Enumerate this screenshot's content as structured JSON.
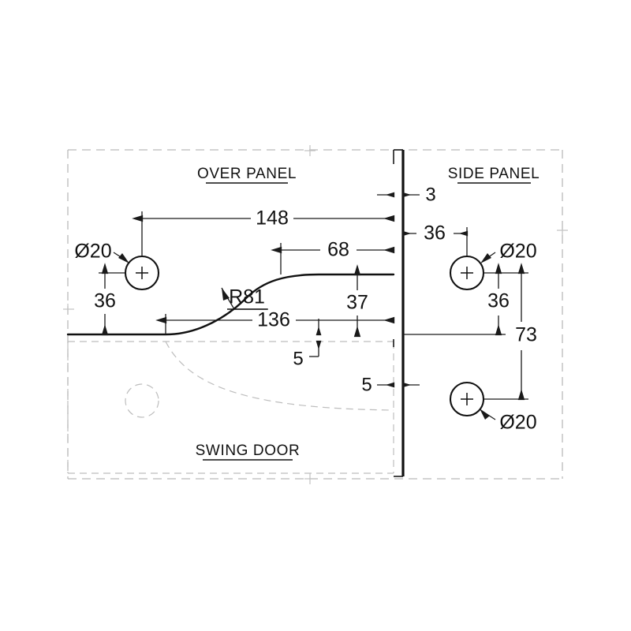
{
  "drawing": {
    "type": "engineering-drawing",
    "title_labels": [
      {
        "id": "over-panel",
        "text": "OVER PANEL"
      },
      {
        "id": "side-panel",
        "text": "SIDE PANEL"
      },
      {
        "id": "swing-door",
        "text": "SWING DOOR"
      }
    ],
    "dimensions": {
      "over_panel_hole_from_left_edge": "148",
      "over_panel_hole_height": "36",
      "over_panel_hole_diameter": "Ø20",
      "curve_radius": "R81",
      "curve_top_to_edge": "68",
      "curve_start_to_edge": "136",
      "curve_top_height": "37",
      "door_gap_vertical": "5",
      "door_gap_horizontal": "5",
      "panel_thickness": "3",
      "side_hole_from_edge": "36",
      "side_hole_top_diameter": "Ø20",
      "side_hole_vertical_36": "36",
      "side_hole_vertical_73": "73",
      "side_hole_bottom_diameter": "Ø20"
    },
    "dimension_list": [
      {
        "name": "dim-148",
        "value": "148",
        "orientation": "horizontal"
      },
      {
        "name": "dim-68",
        "value": "68",
        "orientation": "horizontal"
      },
      {
        "name": "dim-136",
        "value": "136",
        "orientation": "horizontal"
      },
      {
        "name": "dim-36-left",
        "value": "36",
        "orientation": "vertical"
      },
      {
        "name": "dim-37",
        "value": "37",
        "orientation": "vertical"
      },
      {
        "name": "dim-r81",
        "value": "R81",
        "orientation": "radial"
      },
      {
        "name": "dim-5-vertical",
        "value": "5",
        "orientation": "vertical"
      },
      {
        "name": "dim-5-horizontal",
        "value": "5",
        "orientation": "horizontal"
      },
      {
        "name": "dim-3",
        "value": "3",
        "orientation": "horizontal"
      },
      {
        "name": "dim-36-side-horizontal",
        "value": "36",
        "orientation": "horizontal"
      },
      {
        "name": "dim-36-side-vertical",
        "value": "36",
        "orientation": "vertical"
      },
      {
        "name": "dim-73",
        "value": "73",
        "orientation": "vertical"
      },
      {
        "name": "dia-20-over-panel",
        "value": "Ø20",
        "orientation": "leader"
      },
      {
        "name": "dia-20-side-top",
        "value": "Ø20",
        "orientation": "leader"
      },
      {
        "name": "dia-20-side-bottom",
        "value": "Ø20",
        "orientation": "leader"
      }
    ],
    "colors": {
      "line": "#111111",
      "dimension": "#1a1a1a",
      "hidden": "#bdbdbd",
      "background": "#ffffff"
    }
  }
}
